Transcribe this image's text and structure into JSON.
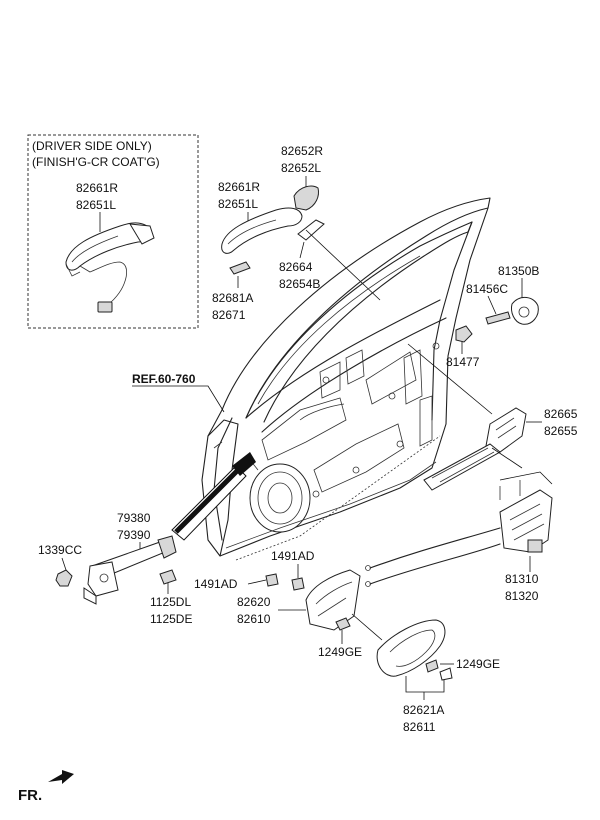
{
  "inset_notes": {
    "line1": "(DRIVER SIDE ONLY)",
    "line2": "(FINISH'G-CR COAT'G)"
  },
  "reference": "REF.60-760",
  "direction_label": "FR.",
  "labels": {
    "inset_handle_r": "82661R",
    "inset_handle_l": "82651L",
    "handle_r": "82661R",
    "handle_l": "82651L",
    "cover_r": "82652R",
    "cover_l": "82652L",
    "p82664": "82664",
    "p82654b": "82654B",
    "p82681a": "82681A",
    "p82671": "82671",
    "p81350b": "81350B",
    "p81456c": "81456C",
    "p81477": "81477",
    "p82665": "82665",
    "p82655": "82655",
    "p79380": "79380",
    "p79390": "79390",
    "p1339cc": "1339CC",
    "p1125dl": "1125DL",
    "p1125de": "1125DE",
    "p1491ad_top": "1491AD",
    "p1491ad_left": "1491AD",
    "p82620": "82620",
    "p82610": "82610",
    "p1249ge_left": "1249GE",
    "p1249ge_right": "1249GE",
    "p81310": "81310",
    "p81320": "81320",
    "p82621a": "82621A",
    "p82611": "82611"
  }
}
